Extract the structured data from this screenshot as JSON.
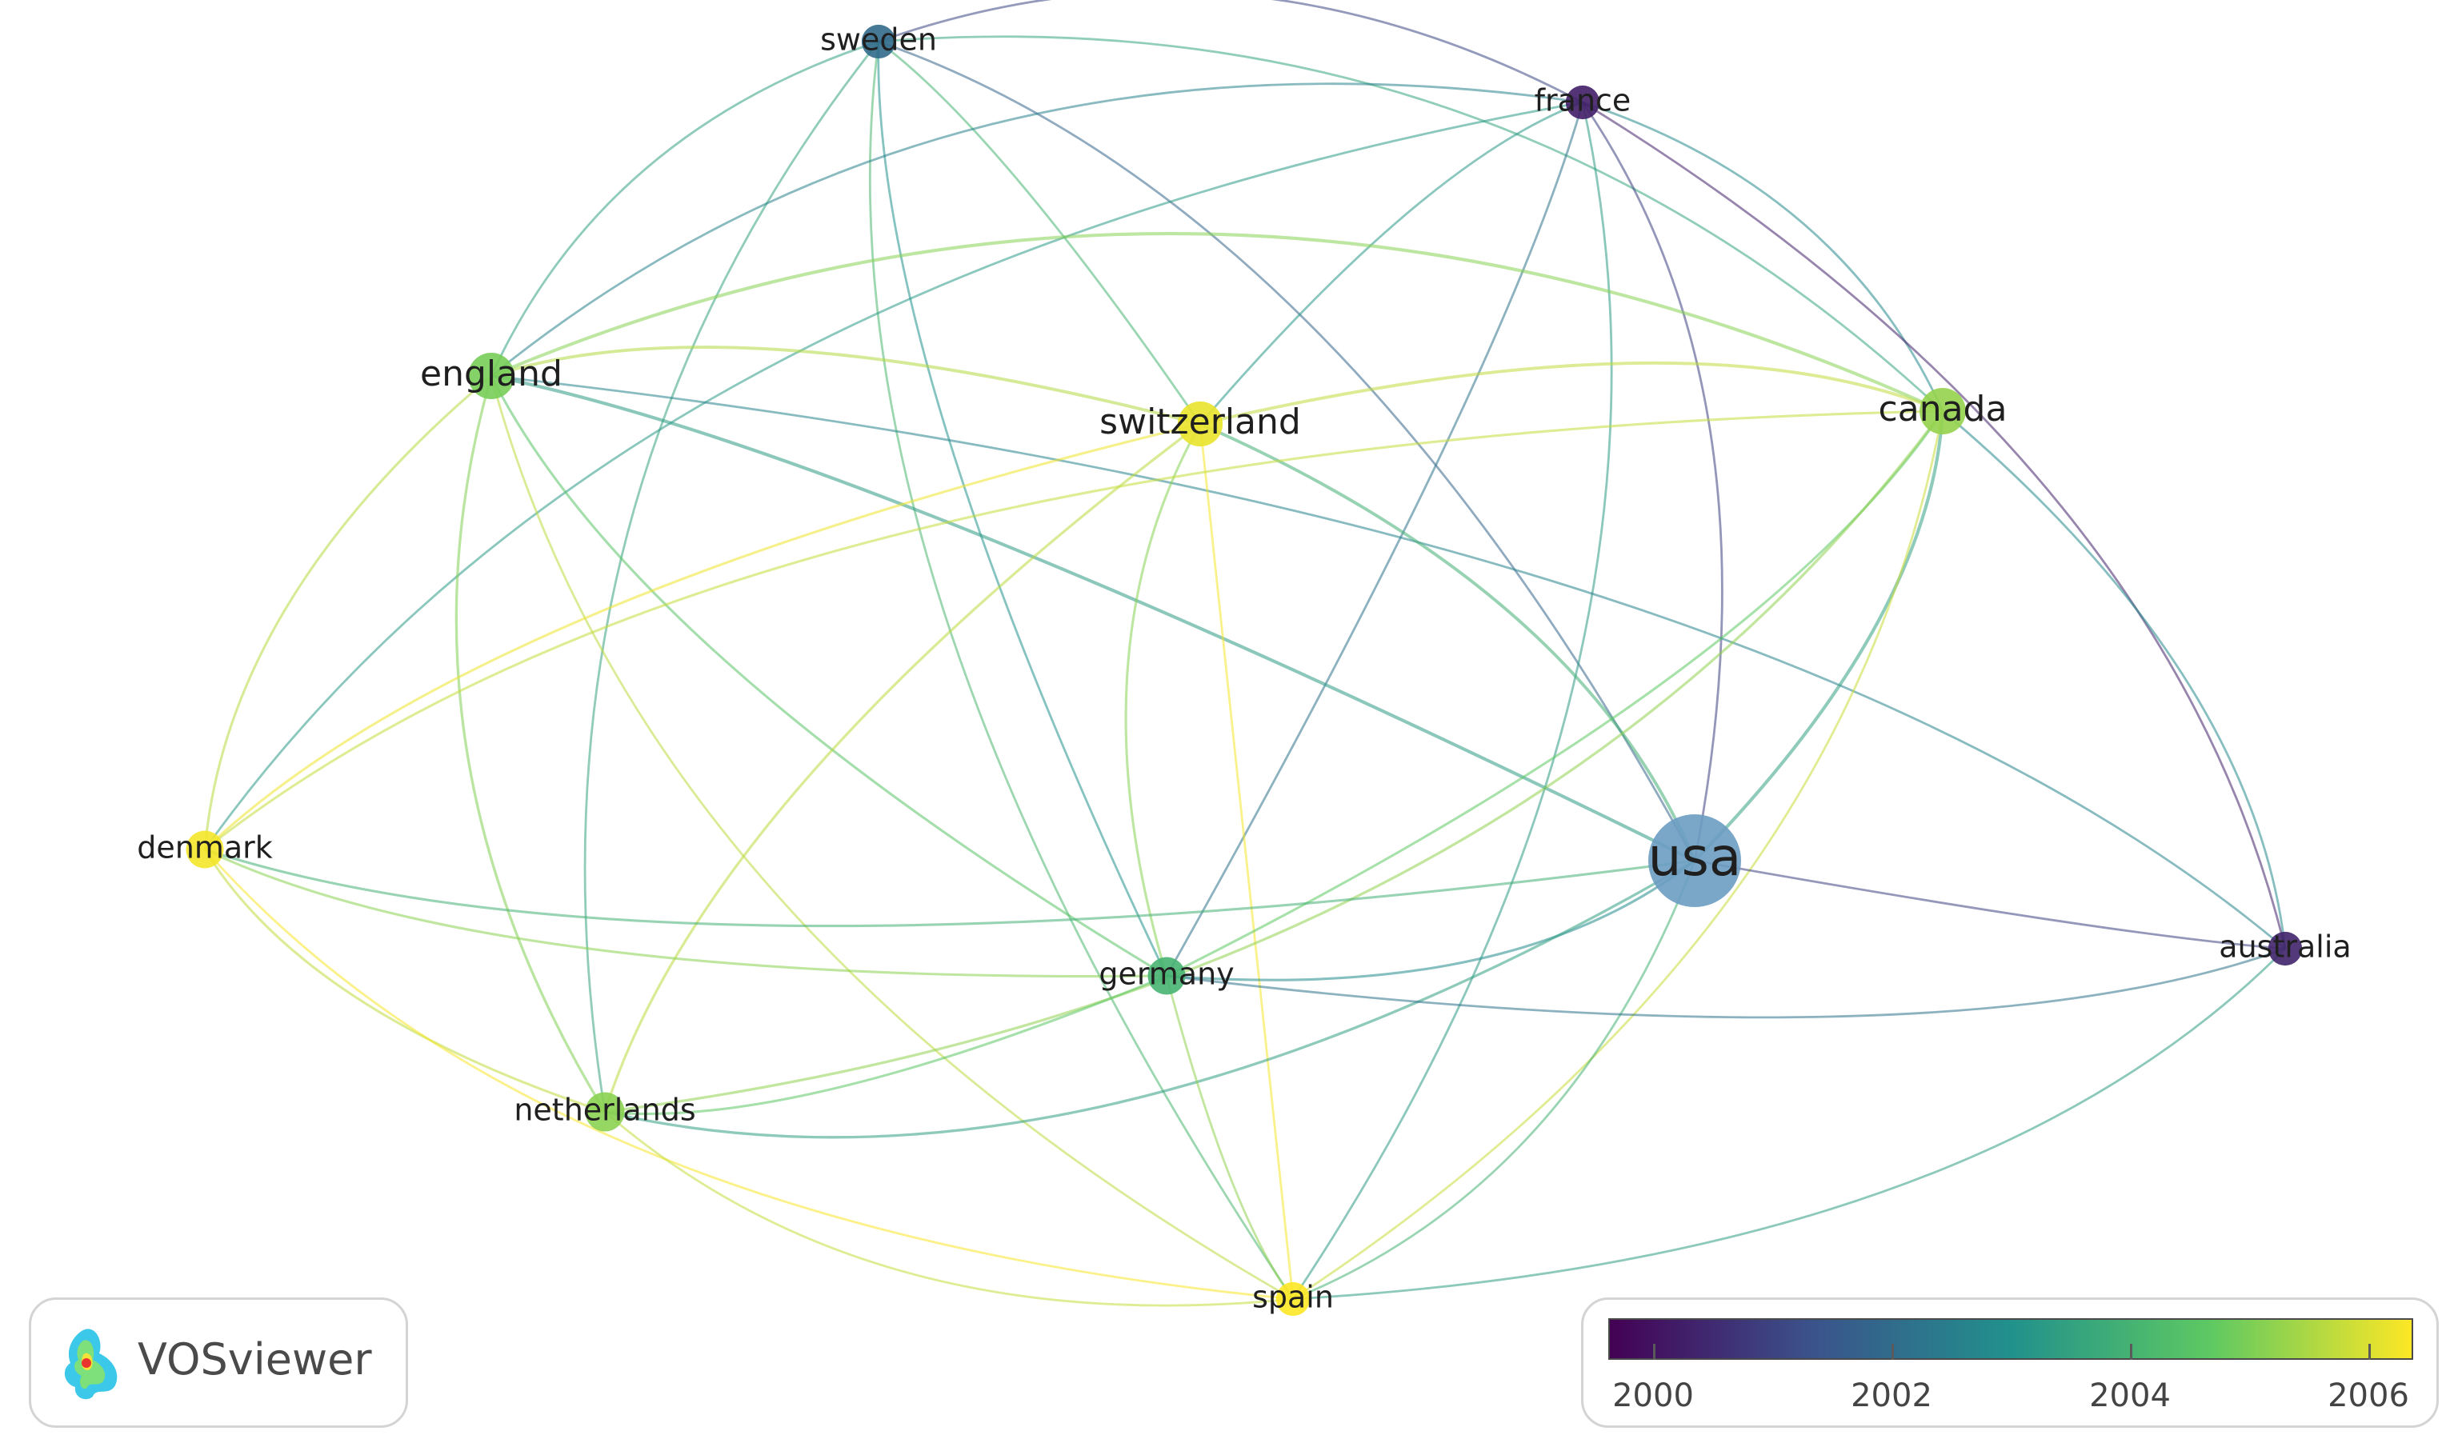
{
  "network": {
    "nodes": [
      {
        "id": "sweden",
        "label": "sweden",
        "year": 2002.0,
        "weight": 1.0
      },
      {
        "id": "france",
        "label": "france",
        "year": 2000.3,
        "weight": 1.0
      },
      {
        "id": "england",
        "label": "england",
        "year": 2005.0,
        "weight": 2.6
      },
      {
        "id": "switzerland",
        "label": "switzerland",
        "year": 2006.2,
        "weight": 2.4
      },
      {
        "id": "canada",
        "label": "canada",
        "year": 2005.3,
        "weight": 2.6
      },
      {
        "id": "denmark",
        "label": "denmark",
        "year": 2006.3,
        "weight": 1.4
      },
      {
        "id": "usa",
        "label": "usa",
        "year": 2001.7,
        "weight": 10.0
      },
      {
        "id": "germany",
        "label": "germany",
        "year": 2004.1,
        "weight": 1.4
      },
      {
        "id": "australia",
        "label": "australia",
        "year": 2000.4,
        "weight": 1.0
      },
      {
        "id": "netherlands",
        "label": "netherlands",
        "year": 2005.2,
        "weight": 1.6
      },
      {
        "id": "spain",
        "label": "spain",
        "year": 2006.4,
        "weight": 1.0
      }
    ],
    "links": [
      [
        "sweden",
        "france"
      ],
      [
        "sweden",
        "england"
      ],
      [
        "sweden",
        "switzerland"
      ],
      [
        "sweden",
        "canada"
      ],
      [
        "sweden",
        "usa"
      ],
      [
        "sweden",
        "germany"
      ],
      [
        "sweden",
        "netherlands"
      ],
      [
        "sweden",
        "spain"
      ],
      [
        "france",
        "england"
      ],
      [
        "france",
        "switzerland"
      ],
      [
        "france",
        "canada"
      ],
      [
        "france",
        "usa"
      ],
      [
        "france",
        "germany"
      ],
      [
        "france",
        "australia"
      ],
      [
        "france",
        "spain"
      ],
      [
        "france",
        "denmark"
      ],
      [
        "england",
        "switzerland"
      ],
      [
        "england",
        "canada"
      ],
      [
        "england",
        "denmark"
      ],
      [
        "england",
        "usa"
      ],
      [
        "england",
        "germany"
      ],
      [
        "england",
        "netherlands"
      ],
      [
        "england",
        "spain"
      ],
      [
        "england",
        "australia"
      ],
      [
        "switzerland",
        "canada"
      ],
      [
        "switzerland",
        "denmark"
      ],
      [
        "switzerland",
        "usa"
      ],
      [
        "switzerland",
        "germany"
      ],
      [
        "switzerland",
        "netherlands"
      ],
      [
        "switzerland",
        "spain"
      ],
      [
        "canada",
        "usa"
      ],
      [
        "canada",
        "germany"
      ],
      [
        "canada",
        "netherlands"
      ],
      [
        "canada",
        "australia"
      ],
      [
        "canada",
        "denmark"
      ],
      [
        "canada",
        "spain"
      ],
      [
        "denmark",
        "usa"
      ],
      [
        "denmark",
        "germany"
      ],
      [
        "denmark",
        "netherlands"
      ],
      [
        "denmark",
        "spain"
      ],
      [
        "usa",
        "germany"
      ],
      [
        "usa",
        "australia"
      ],
      [
        "usa",
        "netherlands"
      ],
      [
        "usa",
        "spain"
      ],
      [
        "germany",
        "netherlands"
      ],
      [
        "germany",
        "spain"
      ],
      [
        "germany",
        "australia"
      ],
      [
        "netherlands",
        "spain"
      ],
      [
        "australia",
        "spain"
      ]
    ]
  },
  "legend": {
    "min_year": 1999.7,
    "max_year": 2006.4,
    "ticks": [
      "2000",
      "2002",
      "2004",
      "2006"
    ],
    "colormap": [
      "#440154",
      "#3b528b",
      "#21918c",
      "#5ec962",
      "#fde725"
    ]
  },
  "brand": {
    "name": "VOSviewer"
  }
}
